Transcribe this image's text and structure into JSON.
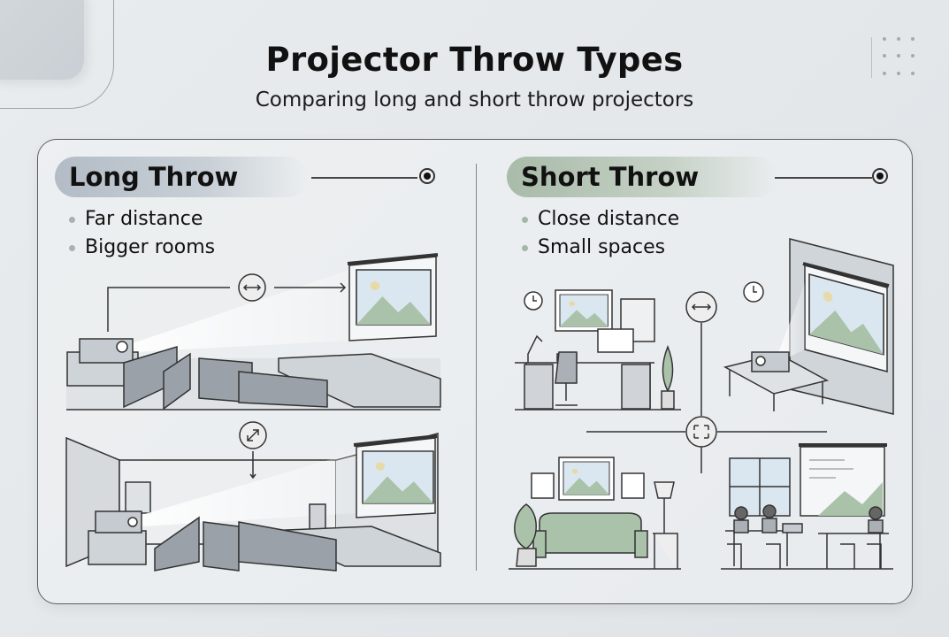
{
  "header": {
    "title": "Projector Throw Types",
    "subtitle": "Comparing long and short throw projectors"
  },
  "long_throw": {
    "title": "Long Throw",
    "bullets": [
      "Far distance",
      "Bigger rooms"
    ],
    "accent": "#b3bcc6",
    "scenes": [
      "lecture-hall-projector",
      "auditorium-projector"
    ],
    "icons": [
      "distance-arrows-icon",
      "expand-icon"
    ]
  },
  "short_throw": {
    "title": "Short Throw",
    "bullets": [
      "Close distance",
      "Small spaces"
    ],
    "accent": "#a9bba9",
    "scenes": [
      "home-office",
      "short-throw-table-projector",
      "living-room",
      "classroom"
    ],
    "icons": [
      "clock-icon",
      "distance-arrows-icon",
      "expand-icon"
    ]
  },
  "colors": {
    "background": "#e6e9ec",
    "screen_green": "#a9c2a9",
    "screen_sky": "#dbe7f0",
    "outline": "#333333"
  }
}
